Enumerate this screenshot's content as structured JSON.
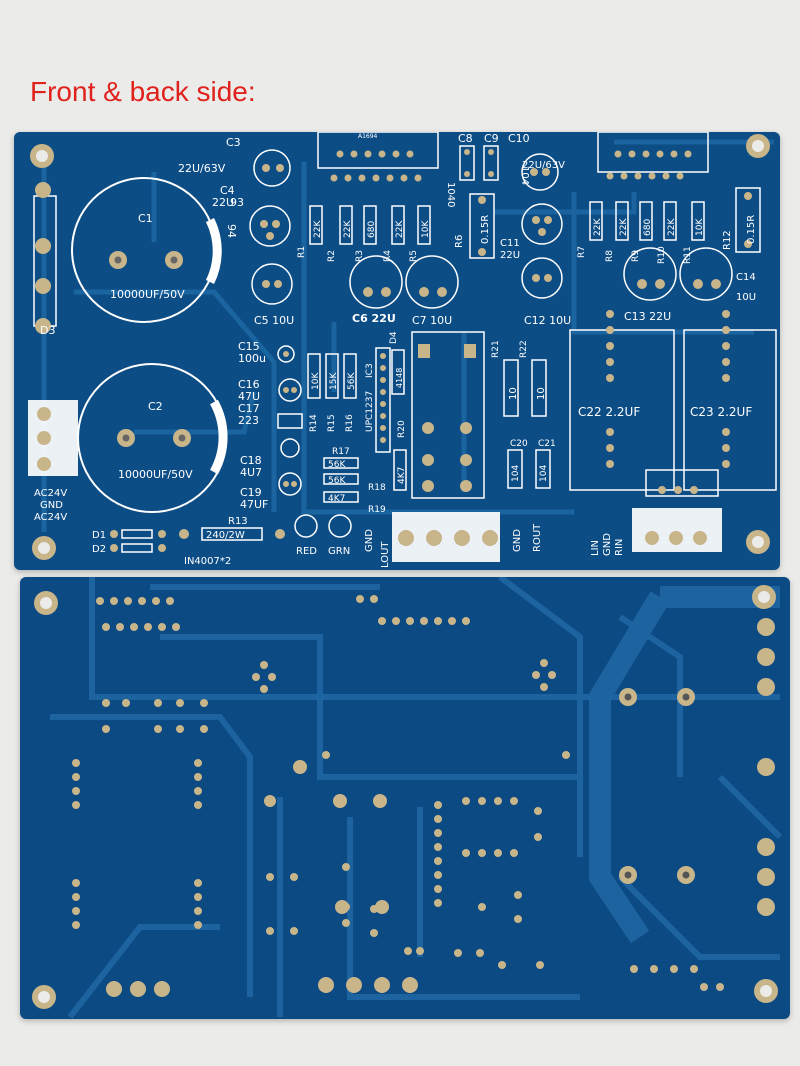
{
  "caption": "Front & back side:",
  "colors": {
    "background": "#ebebe9",
    "caption": "#e0221d",
    "board": "#0d4d86",
    "trace": "#1e6aa6",
    "silkscreen": "#ffffff",
    "copper_pad": "#c9b58a"
  },
  "front_labels": {
    "c3": "C3",
    "c3v": "22U/63V",
    "c4": "C4",
    "c4v": "22U",
    "c4n": "93",
    "c4p": "94",
    "c1": "C1",
    "c1v": "10000UF/50V",
    "c2": "C2",
    "c2v": "10000UF/50V",
    "d3": "D3",
    "ac1": "AC24V",
    "gnd": "GND",
    "ac2": "AC24V",
    "d1": "D1",
    "d2": "D2",
    "diode": "IN4007*2",
    "r13": "R13",
    "r13v": "240/2W",
    "c5": "C5 10U",
    "c6": "C6 22U",
    "c7": "C7 10U",
    "r1": "R1",
    "r1v": "22K",
    "r2": "R2",
    "r2v": "22K",
    "r3": "R3",
    "r3v": "680",
    "r4": "R4",
    "r4v": "22K",
    "r5": "R5",
    "r5v": "10K",
    "r6": "R6",
    "r6v": "0.15R",
    "ic_left": "A1694",
    "c8": "C8",
    "c9": "C9",
    "c10": "C10",
    "c10v": "22U/63V",
    "c11": "C11",
    "c11v": "22U",
    "c12": "C12 10U",
    "c1040": "1040",
    "c104": "104",
    "r7": "R7",
    "r7v": "22K",
    "r8": "R8",
    "r8v": "22K",
    "r9": "R9",
    "r9v": "680",
    "r10": "R10",
    "r10v": "22K",
    "r11": "R11",
    "r11v": "10K",
    "r12": "R12",
    "r12v": "0.15R",
    "c13": "C13 22U",
    "c14": "C14",
    "c14v": "10U",
    "c15": "C15",
    "c15v": "100u",
    "c16": "C16",
    "c16v": "47U",
    "c17": "C17",
    "c17v": "223",
    "c18": "C18",
    "c18v": "4U7",
    "c19": "C19",
    "c19v": "47UF",
    "ic3": "IC3",
    "ic3v": "UPC1237",
    "r14": "R14",
    "r14v": "10K",
    "r15": "R15",
    "r15v": "15K",
    "r16": "R16",
    "r16v": "56K",
    "r17": "R17",
    "r17v": "56K",
    "r18": "R18",
    "r18v": "56K",
    "r19": "R19",
    "r19v": "4K7",
    "r20": "R20",
    "r20v": "4K7",
    "d4": "D4",
    "d4v": "4148",
    "r21": "R21",
    "r21v": "10",
    "r22": "R22",
    "r22v": "10",
    "c20": "C20",
    "c20v": "104",
    "c21": "C21",
    "c21v": "104",
    "c22": "C22 2.2UF",
    "c23": "C23 2.2UF",
    "red": "RED",
    "grn": "GRN",
    "gnd2": "GND",
    "lout": "LOUT",
    "gnd3": "GND",
    "rout": "ROUT",
    "lin": "LIN",
    "gnd4": "GND",
    "rin": "RIN"
  }
}
